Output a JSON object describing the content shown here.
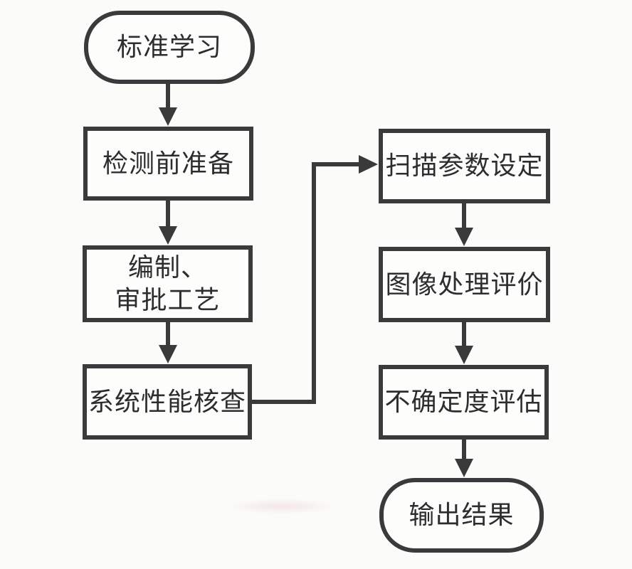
{
  "diagram": {
    "type": "flowchart",
    "background_color": "#fbfbf9",
    "stroke_color": "#3a3a3c",
    "text_color": "#2d2d2f",
    "nodes": {
      "start": {
        "label": "标准学习",
        "shape": "terminator"
      },
      "pre_test_prep": {
        "label": "检测前准备",
        "shape": "process"
      },
      "compile_approve": {
        "line1": "编制、",
        "line2": "审批工艺",
        "shape": "process"
      },
      "system_check": {
        "label": "系统性能核查",
        "shape": "process"
      },
      "scan_param": {
        "label": "扫描参数设定",
        "shape": "process"
      },
      "image_eval": {
        "label": "图像处理评价",
        "shape": "process"
      },
      "uncertainty": {
        "label": "不确定度评估",
        "shape": "process"
      },
      "output": {
        "label": "输出结果",
        "shape": "terminator"
      }
    },
    "edges": [
      {
        "from": "标准学习",
        "to": "检测前准备"
      },
      {
        "from": "检测前准备",
        "to": "编制、审批工艺"
      },
      {
        "from": "编制、审批工艺",
        "to": "系统性能核查"
      },
      {
        "from": "系统性能核查",
        "to": "扫描参数设定",
        "route": "right-up-right elbow"
      },
      {
        "from": "扫描参数设定",
        "to": "图像处理评价"
      },
      {
        "from": "图像处理评价",
        "to": "不确定度评估"
      },
      {
        "from": "不确定度评估",
        "to": "输出结果"
      }
    ]
  }
}
